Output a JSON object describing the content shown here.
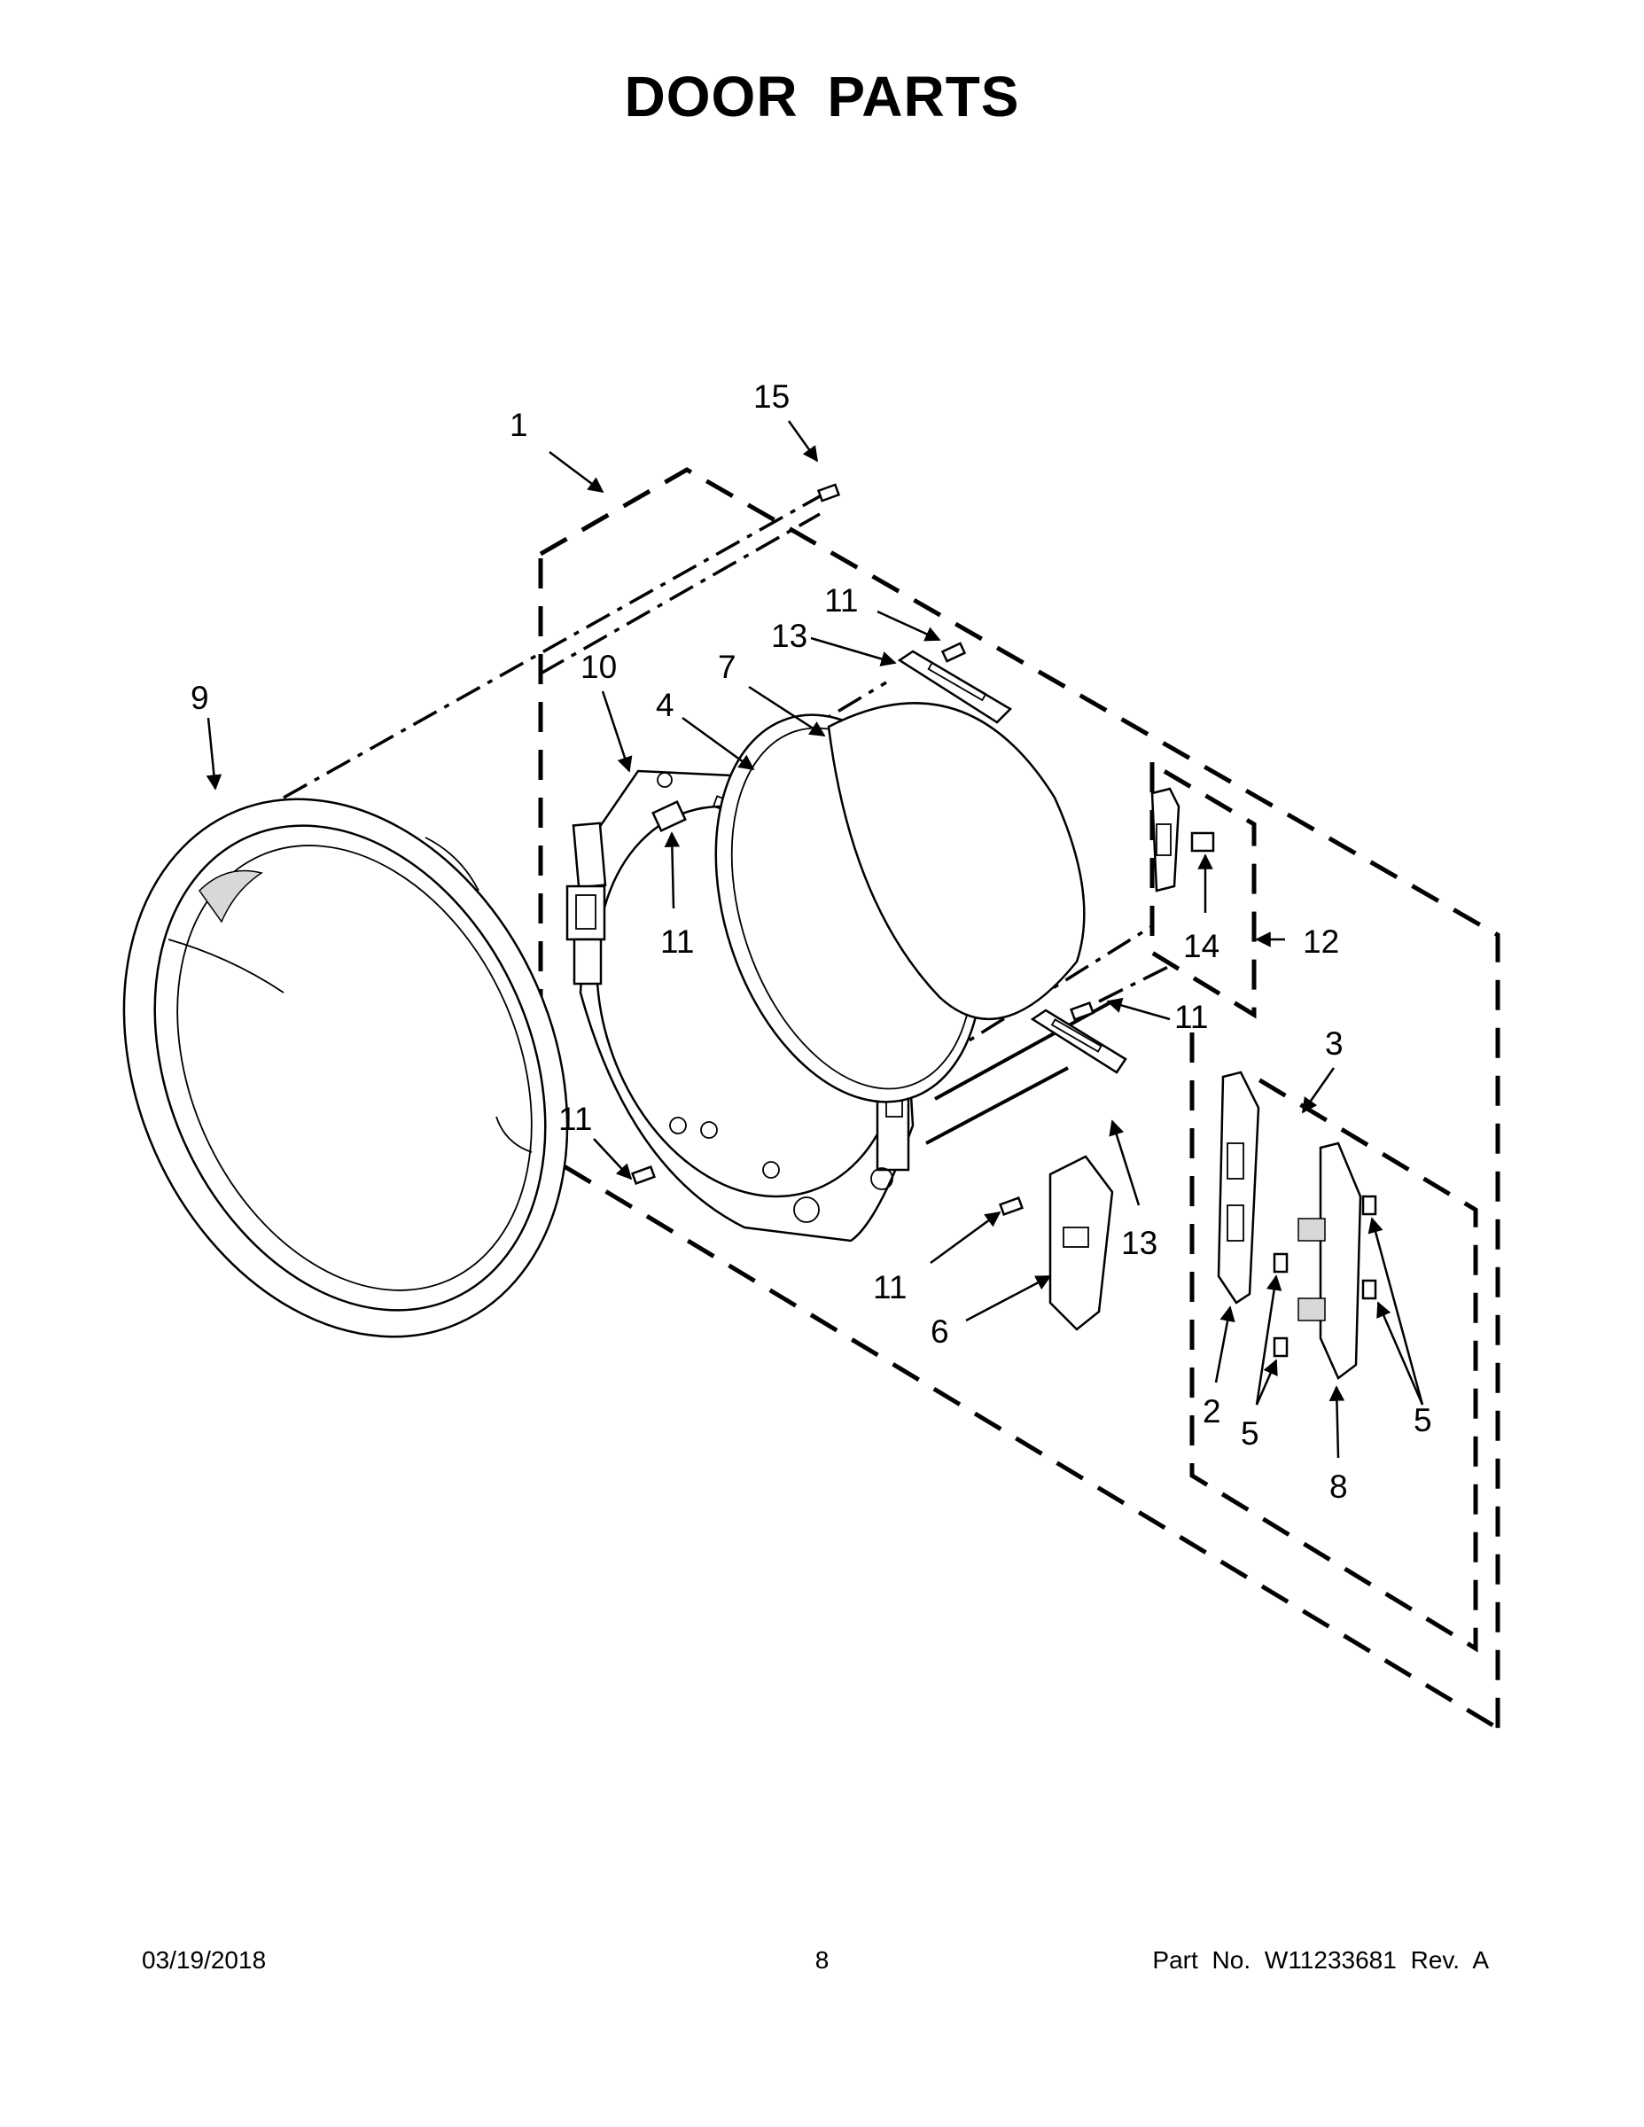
{
  "page": {
    "title": "DOOR PARTS"
  },
  "callouts": {
    "c1": "1",
    "c2": "2",
    "c3": "3",
    "c4": "4",
    "c5a": "5",
    "c5b": "5",
    "c6": "6",
    "c7": "7",
    "c8": "8",
    "c9": "9",
    "c10": "10",
    "c11a": "11",
    "c11b": "11",
    "c11c": "11",
    "c11d": "11",
    "c11e": "11",
    "c12": "12",
    "c13a": "13",
    "c13b": "13",
    "c14": "14",
    "c15": "15"
  },
  "footer": {
    "date": "03/19/2018",
    "page_number": "8",
    "part_number": "Part No.  W11233681  Rev.  A"
  }
}
